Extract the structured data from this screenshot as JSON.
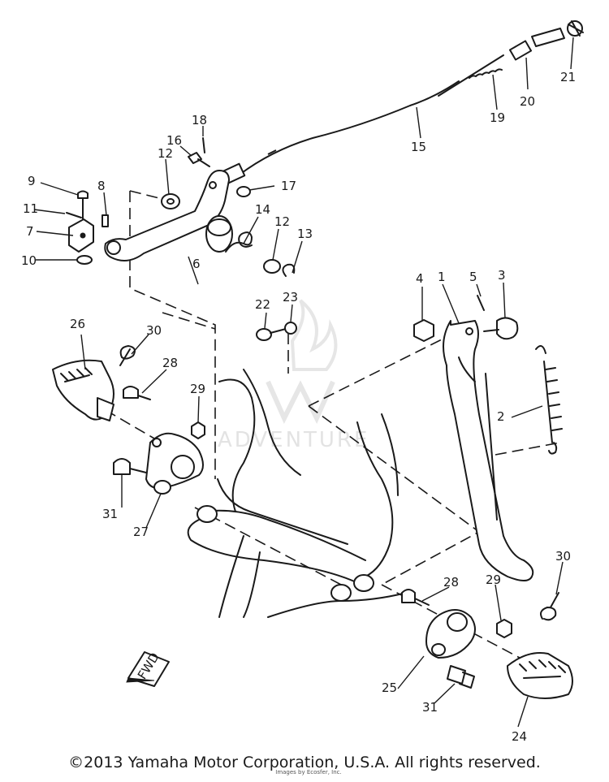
{
  "callouts": {
    "c1": "1",
    "c2": "2",
    "c3": "3",
    "c4": "4",
    "c5": "5",
    "c6": "6",
    "c7": "7",
    "c8": "8",
    "c9": "9",
    "c10": "10",
    "c11": "11",
    "c12a": "12",
    "c12b": "12",
    "c13": "13",
    "c14": "14",
    "c15": "15",
    "c16": "16",
    "c17": "17",
    "c18": "18",
    "c19": "19",
    "c20": "20",
    "c21": "21",
    "c22": "22",
    "c23": "23",
    "c24": "24",
    "c25": "25",
    "c26": "26",
    "c27": "27",
    "c28a": "28",
    "c28b": "28",
    "c29a": "29",
    "c29b": "29",
    "c30a": "30",
    "c30b": "30",
    "c31a": "31",
    "c31b": "31"
  },
  "fwd_label": "FWD",
  "watermark": "ADVENTURE",
  "footer": {
    "copyright": "©2013 Yamaha Motor Corporation, U.S.A. All rights reserved.",
    "courtesy": "Images by Ecosfer, Inc."
  }
}
